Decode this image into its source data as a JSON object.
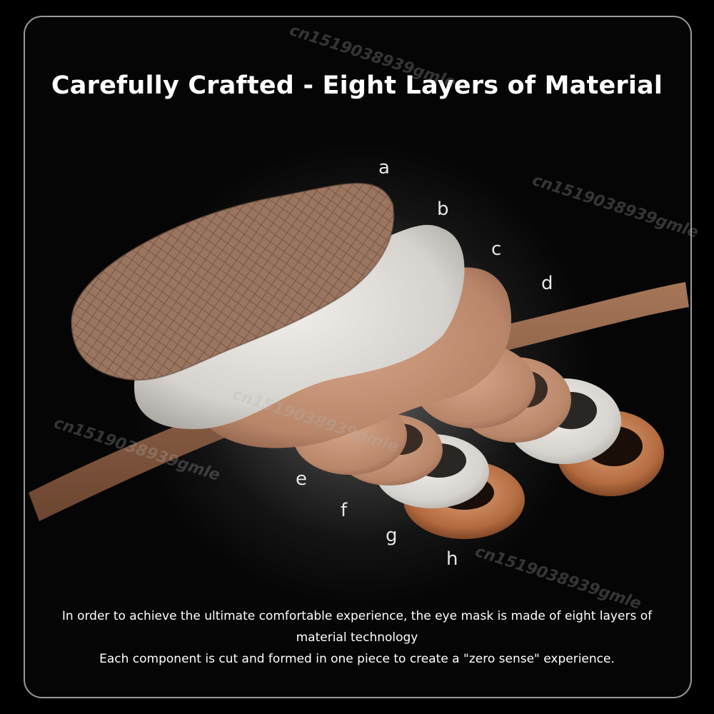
{
  "title": "Carefully Crafted - Eight Layers of Material",
  "layers": [
    "a",
    "b",
    "c",
    "d",
    "e",
    "f",
    "g",
    "h"
  ],
  "caption": {
    "line1": "In order to achieve the ultimate comfortable experience, the eye mask is made of eight layers of",
    "line2": "material technology",
    "line3": "Each component is cut and formed in one piece to create a \"zero sense\" experience."
  },
  "watermark": "cn1519038939gmle",
  "colors": {
    "background": "#000000",
    "mesh_brown": "#9a7560",
    "foam_white": "#e4e2de",
    "skin_tan": "#c9977a",
    "strap_brown": "#8a5e42",
    "copper": "#b36a3e"
  }
}
